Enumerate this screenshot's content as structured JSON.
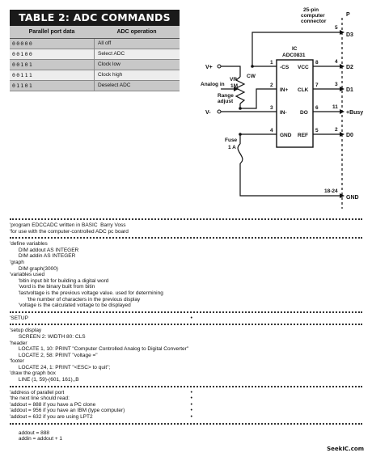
{
  "table": {
    "title": "TABLE 2: ADC COMMANDS",
    "headers": [
      "Parallel port data",
      "ADC operation"
    ],
    "rows": [
      {
        "data": "00000",
        "op": "All off"
      },
      {
        "data": "00100",
        "op": "Select ADC"
      },
      {
        "data": "00101",
        "op": "Clock low"
      },
      {
        "data": "00111",
        "op": "Clock high"
      },
      {
        "data": "01101",
        "op": "Deselect ADC"
      }
    ]
  },
  "schematic": {
    "connector_label": "25-pin computer connector",
    "connector_label_1": "25-pin",
    "connector_label_2": "computer",
    "connector_label_3": "connector",
    "p_label": "P",
    "ic_label": "IC",
    "ic_part": "ADC0831",
    "pins_left": [
      {
        "num": "1",
        "name": "-CS"
      },
      {
        "num": "2",
        "name": "IN+"
      },
      {
        "num": "3",
        "name": "IN-"
      },
      {
        "num": "4",
        "name": "GND"
      }
    ],
    "pins_right": [
      {
        "num": "8",
        "name": "VCC"
      },
      {
        "num": "7",
        "name": "CLK"
      },
      {
        "num": "6",
        "name": "DO"
      },
      {
        "num": "5",
        "name": "REF"
      }
    ],
    "port_pins": [
      {
        "num": "5",
        "signal": "D3"
      },
      {
        "num": "4",
        "signal": "D2"
      },
      {
        "num": "3",
        "signal": "D1"
      },
      {
        "num": "11",
        "signal": "+Busy"
      },
      {
        "num": "2",
        "signal": "D0"
      },
      {
        "num": "18-24",
        "signal": "GND"
      }
    ],
    "vplus": "V+",
    "vminus": "V-",
    "analog_in": "Analog in",
    "vr_label": "VR",
    "vr_value": "1M",
    "cw": "CW",
    "range_adjust_1": "Range",
    "range_adjust_2": "adjust",
    "fuse_label": "Fuse",
    "fuse_value": "1 A"
  },
  "code": {
    "block1": [
      "'program EDCCADC written in BASIC  Barry Voss",
      "'for use with the computer-controlled ADC pc board"
    ],
    "block2": [
      "'define variables",
      "      DIM addout AS INTEGER",
      "      DIM addin AS INTEGER",
      "'graph",
      "      DIM graph(3000)",
      "'variables used",
      "      'bitin input bit for building a digital word",
      "      'word is the binary built from bitin",
      "      'lastvoltage is the previous voltage value. used for determining",
      "            'the number of characters in the previous display",
      "      'voltage is the calculated voltage to be displayed"
    ],
    "block3": [
      "'SETUP"
    ],
    "block4": [
      "'setup display",
      "      SCREEN 2: WIDTH 80: CLS",
      "'header",
      "      LOCATE 1, 10: PRINT \"Computer Controlled Analog to Digital Converter\"",
      "      LOCATE 2, 58: PRINT \"voltage =\"",
      "'footer",
      "      LOCATE 24, 1: PRINT \"<ESC> to quit\";",
      "'draw the graph box",
      "      LINE (1, 59)-(601, 161),,B"
    ],
    "block5": [
      "'address of parallel port",
      "'the next line should read:",
      "'addout = 888 if you have a PC clone",
      "'addout = 956 if you have an IBM (type computer)",
      "'addout = 632 if you are using LPT2"
    ],
    "block6": [
      "      addout = 888",
      "      addin = addout + 1"
    ]
  },
  "brand": "SeekIC.com"
}
